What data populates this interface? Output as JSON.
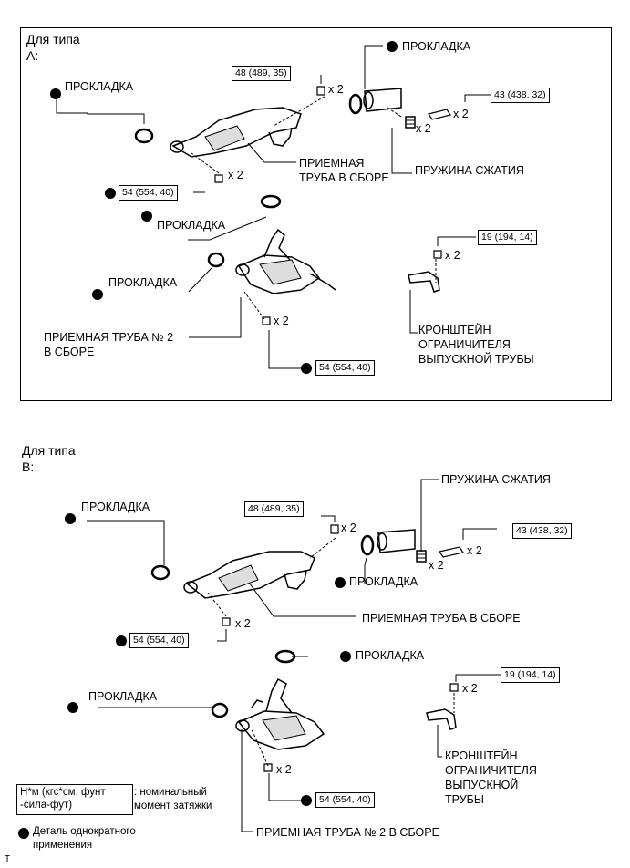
{
  "type_a": {
    "title_line1": "Для типа",
    "title_line2": "A:",
    "gasket_1": "ПРОКЛАДКА",
    "gasket_2": "ПРОКЛАДКА",
    "gasket_3": "ПРОКЛАДКА",
    "gasket_4": "ПРОКЛАДКА",
    "torque_48": "48 (489, 35)",
    "torque_43": "43 (438, 32)",
    "torque_54_top": "54 (554, 40)",
    "torque_54_bottom": "54 (554, 40)",
    "torque_19": "19 (194, 14)",
    "x2": "x 2",
    "front_pipe_line1": "ПРИЕМНАЯ",
    "front_pipe_line2": "ТРУБА В СБОРЕ",
    "spring": "ПРУЖИНА СЖАТИЯ",
    "pipe2_line1": "ПРИЕМНАЯ ТРУБА № 2",
    "pipe2_line2": "В СБОРЕ",
    "bracket_line1": "КРОНШТЕЙН",
    "bracket_line2": "ОГРАНИЧИТЕЛЯ",
    "bracket_line3": "ВЫПУСКНОЙ ТРУБЫ"
  },
  "type_b": {
    "title_line1": "Для типа",
    "title_line2": "B:",
    "gasket_1": "ПРОКЛАДКА",
    "gasket_2": "ПРОКЛАДКА",
    "gasket_3": "ПРОКЛАДКА",
    "gasket_4": "ПРОКЛАДКА",
    "torque_48": "48 (489, 35)",
    "torque_43": "43 (438, 32)",
    "torque_54_top": "54 (554, 40)",
    "torque_54_bottom": "54 (554, 40)",
    "torque_19": "19 (194, 14)",
    "x2": "x 2",
    "spring": "ПРУЖИНА СЖАТИЯ",
    "front_pipe": "ПРИЕМНАЯ ТРУБА В СБОРЕ",
    "pipe2": "ПРИЕМНАЯ ТРУБА № 2 В СБОРЕ",
    "bracket_line1": "КРОНШТЕЙН",
    "bracket_line2": "ОГРАНИЧИТЕЛЯ",
    "bracket_line3": "ВЫПУСКНОЙ",
    "bracket_line4": "ТРУБЫ"
  },
  "legend": {
    "unit_line1": "Н*м (кгс*см, фунт",
    "unit_line2": "-сила-фут)",
    "unit_desc_line1": ": номинальный",
    "unit_desc_line2": "момент затяжки",
    "single_use_line1": "Деталь однократного",
    "single_use_line2": "применения",
    "footer_mark": "T"
  }
}
